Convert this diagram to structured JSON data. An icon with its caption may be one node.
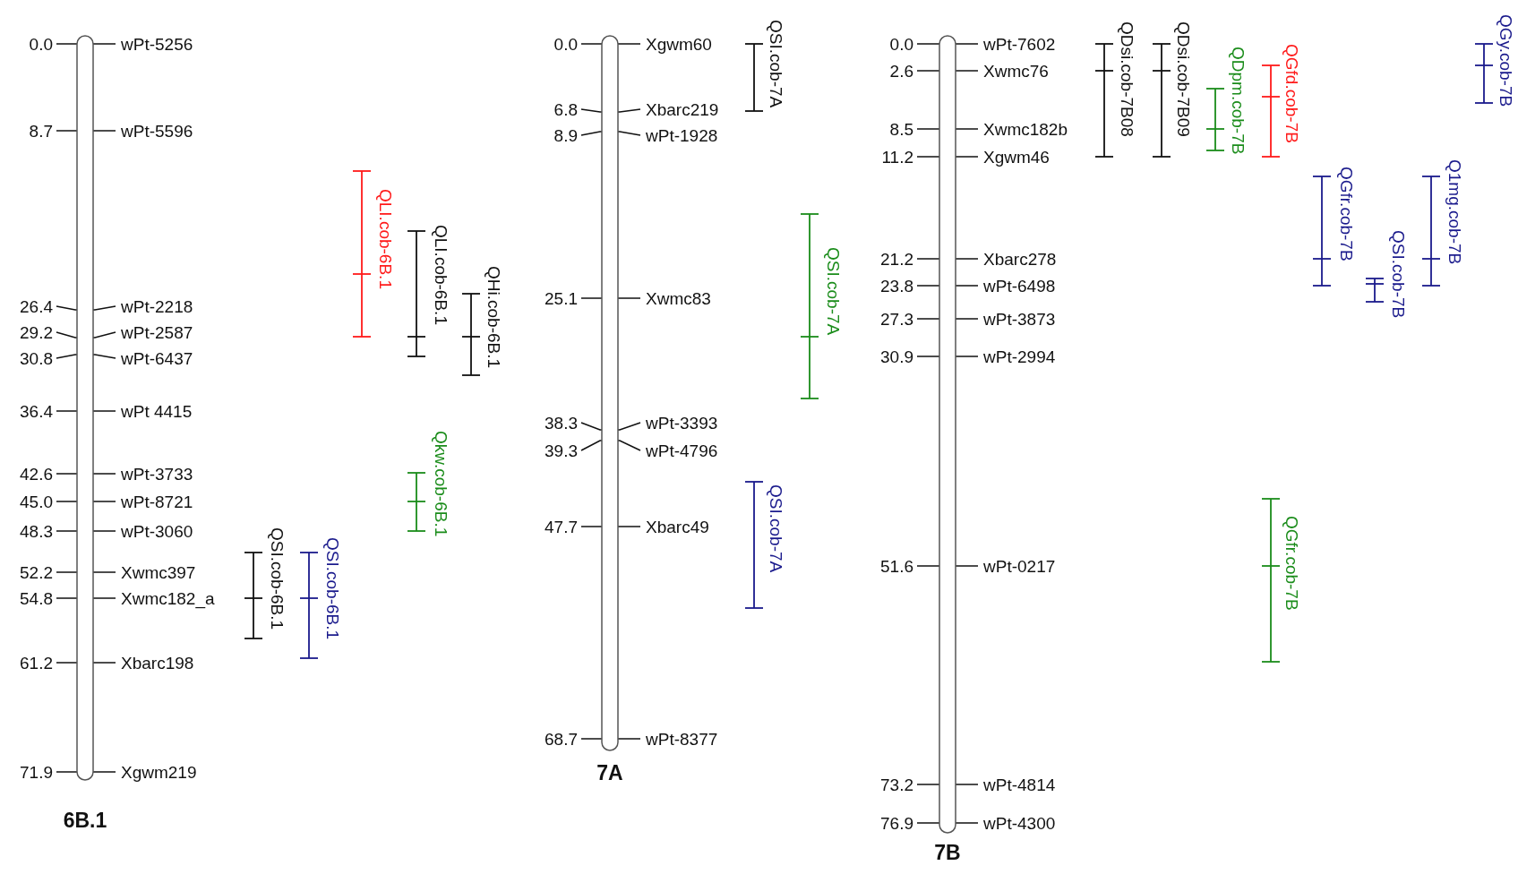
{
  "diagram": {
    "nodes": [
      {
        "text": [
          "6B.1"
        ]
      },
      {
        "text": [
          "7A"
        ]
      },
      {
        "text": [
          "7B"
        ]
      }
    ],
    "labels": [
      "0.0",
      "wPt-5256",
      "8.7",
      "wPt-5596",
      "26.4",
      "wPt-2218",
      "29.2",
      "wPt-2587",
      "30.8",
      "wPt-6437",
      "36.4",
      "wPt 4415",
      "42.6",
      "wPt-3733",
      "45.0",
      "wPt-8721",
      "48.3",
      "wPt-3060",
      "52.2",
      "Xwmc397",
      "54.8",
      "Xwmc182_a",
      "61.2",
      "Xbarc198",
      "71.9",
      "Xgwm219",
      "QLI.cob-6B.1",
      "QLI.cob-6B.1",
      "QHi.cob-6B.1",
      "Qkw.cob-6B.1",
      "QSI.cob-6B.1",
      "QSI.cob-6B.1",
      "0.0",
      "Xgwm60",
      "6.8",
      "Xbarc219",
      "8.9",
      "wPt-1928",
      "25.1",
      "Xwmc83",
      "38.3",
      "wPt-3393",
      "39.3",
      "wPt-4796",
      "47.7",
      "Xbarc49",
      "68.7",
      "wPt-8377",
      "QSI.cob-7A",
      "QSI.cob-7A",
      "QSI.cob-7A",
      "0.0",
      "wPt-7602",
      "2.6",
      "Xwmc76",
      "8.5",
      "Xwmc182b",
      "11.2",
      "Xgwm46",
      "21.2",
      "Xbarc278",
      "23.8",
      "wPt-6498",
      "27.3",
      "wPt-3873",
      "30.9",
      "wPt-2994",
      "51.6",
      "wPt-0217",
      "73.2",
      "wPt-4814",
      "76.9",
      "wPt-4300",
      "QDsi.cob-7B08",
      "QDsi.cob-7B09",
      "QDpm.cob-7B",
      "QGfd.cob-7B",
      "QGfr.cob-7B",
      "QSI.cob-7B",
      "Q1mg.cob-7B",
      "QGy.cob-7B",
      "QGfr.cob-7B"
    ]
  }
}
